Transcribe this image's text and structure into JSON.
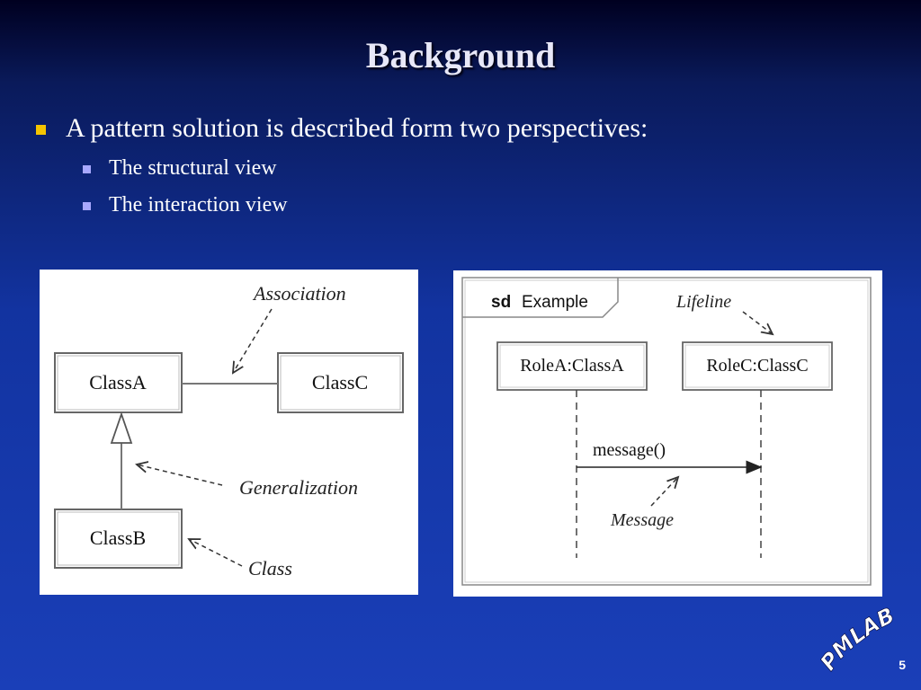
{
  "slide": {
    "title": "Background",
    "bullet": "A pattern solution is described form two perspectives:",
    "subbullets": [
      "The structural view",
      "The interaction view"
    ],
    "page_number": "5",
    "logo_text": "PMLAB"
  },
  "class_diagram": {
    "class_a": "ClassA",
    "class_b": "ClassB",
    "class_c": "ClassC",
    "association_label": "Association",
    "generalization_label": "Generalization",
    "class_label": "Class"
  },
  "sequence_diagram": {
    "frame_keyword": "sd",
    "frame_name": "Example",
    "lifeline_label": "Lifeline",
    "role_a": "RoleA:ClassA",
    "role_c": "RoleC:ClassC",
    "message_text": "message()",
    "message_label": "Message"
  },
  "colors": {
    "bullet_primary": "#f5c400",
    "bullet_secondary": "#a8a8ff"
  }
}
